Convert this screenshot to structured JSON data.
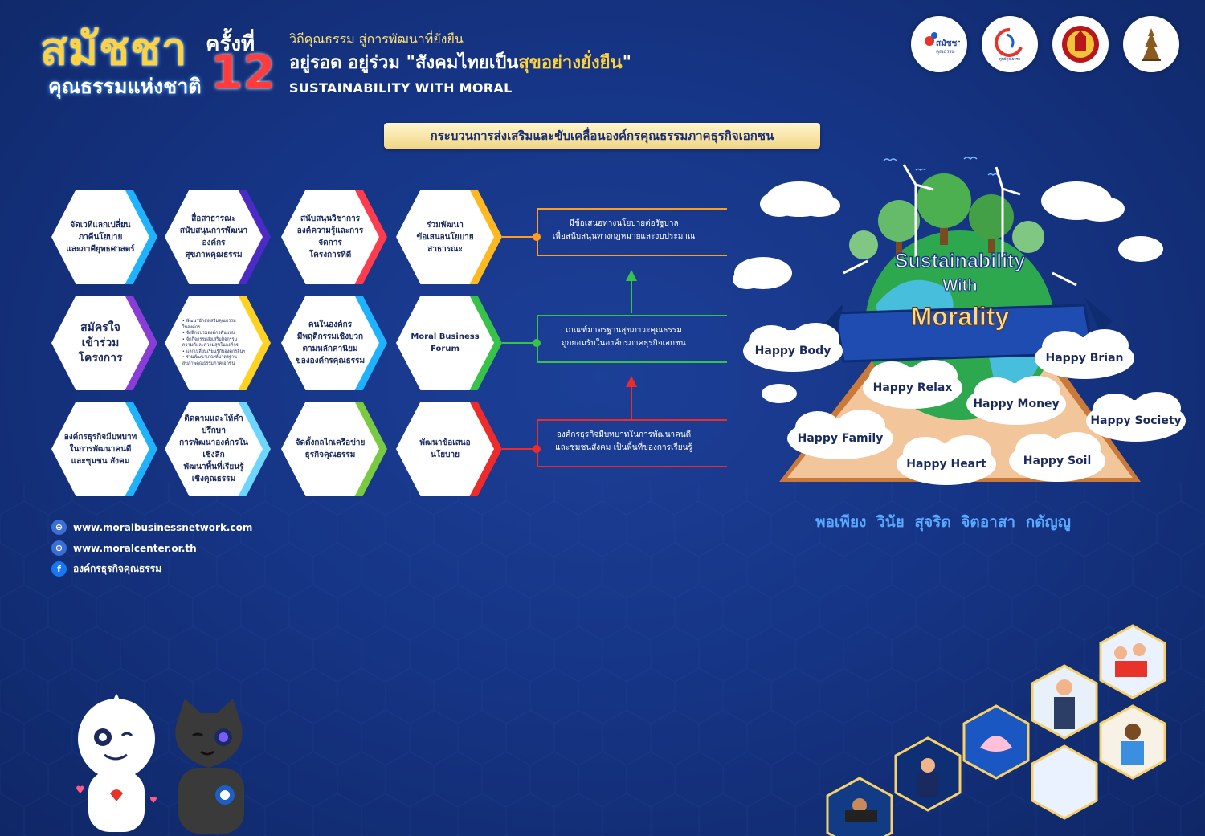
{
  "header": {
    "logo_main": "สมัชชา",
    "logo_sub": "คุณธรรมแห่งชาติ",
    "round_label": "ครั้งที่",
    "round_number": "12",
    "tagline_1": "วิถีคุณธรรม สู่การพัฒนาที่ยั่งยืน",
    "tagline_2_pre": "อยู่รอด อยู่ร่วม \"สังคมไทยเป็น",
    "tagline_2_hl": "สุขอย่างยั่งยืน",
    "tagline_2_post": "\"",
    "tagline_3": "SUSTAINABILITY WITH MORAL"
  },
  "partner_logos": [
    "samatcha-logo",
    "moral-center-logo",
    "government-seal",
    "royal-emblem"
  ],
  "banner_title": "กระบวนการส่งเสริมและขับเคลื่อนองค์กรคุณธรรมภาคธุรกิจเอกชน",
  "rows": [
    {
      "color": "#ff9d1f",
      "hexes": [
        {
          "text": "จัดเวทีแลกเปลี่ยน\nภาคีนโยบาย\nและภาคียุทธศาสตร์",
          "accent": "#1fb2ff",
          "size": "normal"
        },
        {
          "text": "สื่อสาธารณะ\nสนับสนุนการพัฒนาองค์กร\nสุขภาพคุณธรรม",
          "accent": "#4b2ac5",
          "size": "normal"
        },
        {
          "text": "สนับสนุนวิชาการ\nองค์ความรู้และการจัดการ\nโครงการที่ดี",
          "accent": "#ff3b4e",
          "size": "normal"
        },
        {
          "text": "ร่วมพัฒนา\nข้อเสนอนโยบาย\nสาธารณะ",
          "accent": "#ffb81f",
          "size": "normal"
        }
      ],
      "outcome": "มีข้อเสนอทางนโยบายต่อรัฐบาล\nเพื่อสนับสนุนทางกฎหมายและงบประมาณ"
    },
    {
      "color": "#37c24a",
      "hexes": [
        {
          "text": "สมัครใจ\nเข้าร่วม\nโครงการ",
          "accent": "#8a3cd9",
          "size": "big"
        },
        {
          "text": "• พัฒนานักส่งเสริมคุณธรรม\n  ในองค์กร\n• จัดฝึกอบรมองค์กรต้นแบบ\n• จัดกิจกรรมส่งเสริมกิจกรรม\n  ความดีและความสุขในองค์กร\n• แลกเปลี่ยนเรียนรู้กับองค์กรอื่นๆ\n• ร่วมพัฒนาเกณฑ์มาตรฐาน\n  สุขภาพคุณธรรมภาคเอกชน",
          "accent": "#ffd21f",
          "size": "tiny"
        },
        {
          "text": "คนในองค์กร\nมีพฤติกรรมเชิงบวก\nตามหลักค่านิยม\nขององค์กรคุณธรรม",
          "accent": "#1fb2ff",
          "size": "normal"
        },
        {
          "text": "Moral Business\nForum",
          "accent": "#37c24a",
          "size": "normal"
        }
      ],
      "outcome": "เกณฑ์มาตรฐานสุขภาวะคุณธรรม\nถูกยอมรับในองค์กรภาคธุรกิจเอกชน"
    },
    {
      "color": "#ee2b2b",
      "hexes": [
        {
          "text": "องค์กรธุรกิจมีบทบาท\nในการพัฒนาคนดี\nและชุมชน สังคม",
          "accent": "#1fb2ff",
          "size": "normal"
        },
        {
          "text": "ติดตามและให้คำปรึกษา\nการพัฒนาองค์กรในเชิงลึก\nพัฒนาพื้นที่เรียนรู้\nเชิงคุณธรรม",
          "accent": "#6dd6ff",
          "size": "normal"
        },
        {
          "text": "จัดตั้งกลไกเครือข่าย\nธุรกิจคุณธรรม",
          "accent": "#7ac943",
          "size": "normal"
        },
        {
          "text": "พัฒนาข้อเสนอนโยบาย",
          "accent": "#ee2b2b",
          "size": "normal"
        }
      ],
      "outcome": "องค์กรธุรกิจมีบทบาทในการพัฒนาคนดี\nและชุมชนสังคม เป็นพื้นที่ของการเรียนรู้"
    }
  ],
  "illustration": {
    "title_1": "Sustainability",
    "title_2": "With",
    "title_3": "Morality",
    "clouds": [
      "Happy Body",
      "Happy Brian",
      "Happy Relax",
      "Happy Money",
      "Happy Society",
      "Happy Family",
      "Happy Soil",
      "Happy Heart"
    ]
  },
  "virtues": "พอเพียง วินัย สุจริต จิตอาสา กตัญญู",
  "contacts": [
    {
      "icon": "web-icon",
      "text": "www.moralbusinessnetwork.com"
    },
    {
      "icon": "web-icon",
      "text": "www.moralcenter.or.th"
    },
    {
      "icon": "facebook-icon",
      "text": "องค์กรธุรกิจคุณธรรม"
    }
  ]
}
